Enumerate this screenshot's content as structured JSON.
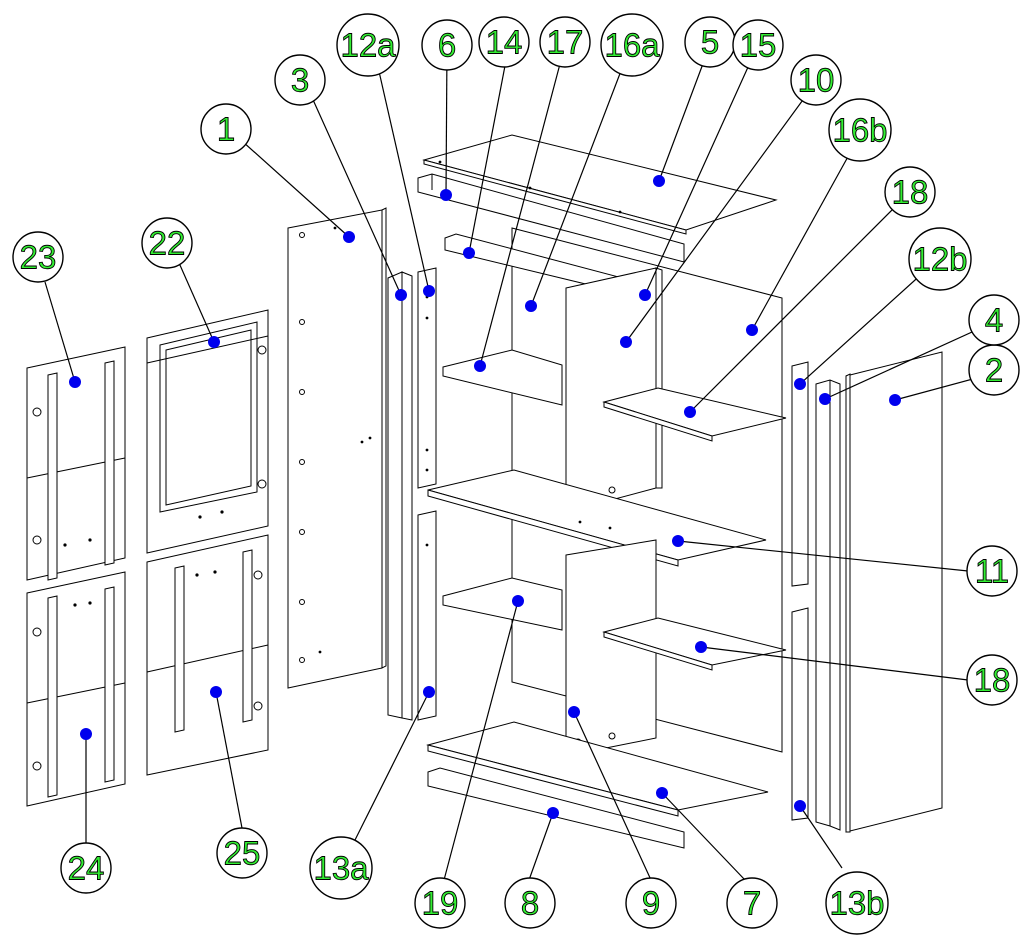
{
  "colors": {
    "callout_text": "#33ee33",
    "callout_outline": "#000000",
    "anchor_dot": "#0000ee",
    "line": "#000000",
    "background": "#ffffff"
  },
  "callouts": [
    {
      "id": "1",
      "label": "1"
    },
    {
      "id": "2",
      "label": "2"
    },
    {
      "id": "3",
      "label": "3"
    },
    {
      "id": "4",
      "label": "4"
    },
    {
      "id": "5",
      "label": "5"
    },
    {
      "id": "6",
      "label": "6"
    },
    {
      "id": "7",
      "label": "7"
    },
    {
      "id": "8",
      "label": "8"
    },
    {
      "id": "9",
      "label": "9"
    },
    {
      "id": "10",
      "label": "10"
    },
    {
      "id": "11",
      "label": "11"
    },
    {
      "id": "12a",
      "label": "12a"
    },
    {
      "id": "12b",
      "label": "12b"
    },
    {
      "id": "13a",
      "label": "13a"
    },
    {
      "id": "13b",
      "label": "13b"
    },
    {
      "id": "14",
      "label": "14"
    },
    {
      "id": "15",
      "label": "15"
    },
    {
      "id": "16a",
      "label": "16a"
    },
    {
      "id": "16b",
      "label": "16b"
    },
    {
      "id": "17",
      "label": "17"
    },
    {
      "id": "18a",
      "label": "18"
    },
    {
      "id": "18b",
      "label": "18"
    },
    {
      "id": "19",
      "label": "19"
    },
    {
      "id": "22",
      "label": "22"
    },
    {
      "id": "23",
      "label": "23"
    },
    {
      "id": "24",
      "label": "24"
    },
    {
      "id": "25",
      "label": "25"
    }
  ]
}
